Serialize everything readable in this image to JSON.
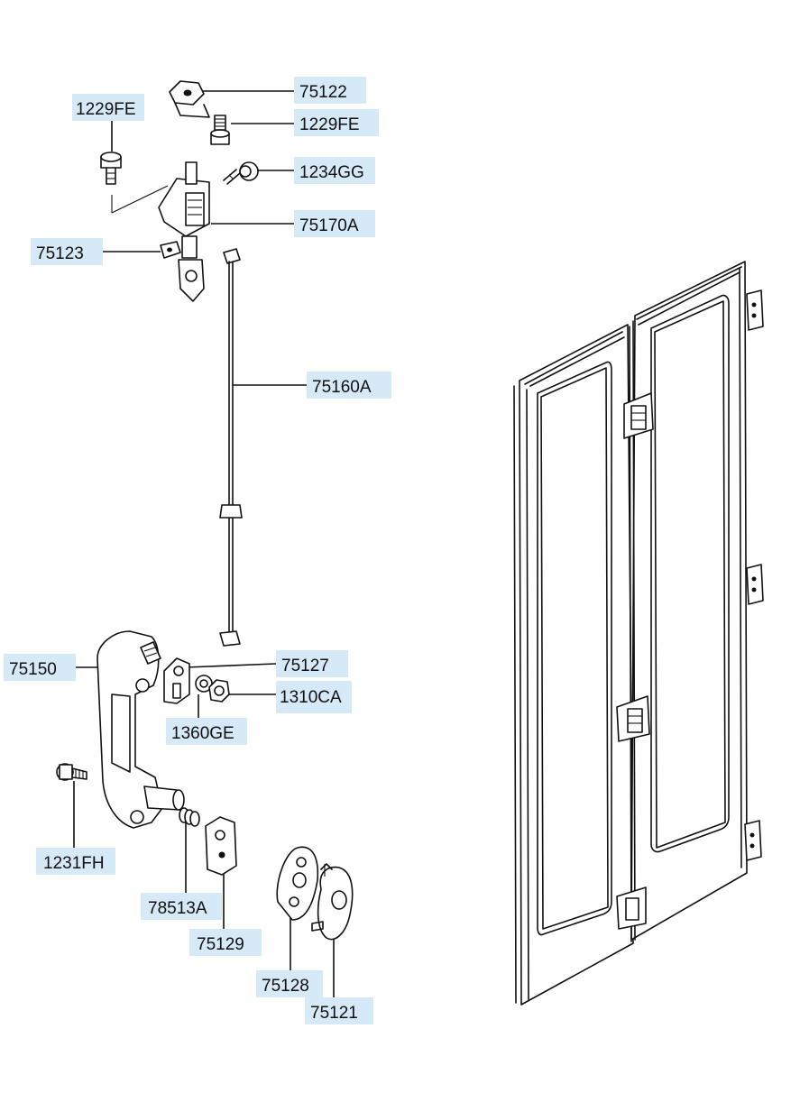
{
  "labels": {
    "l75122": "75122",
    "l1229FE_left": "1229FE",
    "l1229FE_right": "1229FE",
    "l1234GG": "1234GG",
    "l75170A": "75170A",
    "l75123": "75123",
    "l75160A": "75160A",
    "l75150": "75150",
    "l75127": "75127",
    "l1310CA": "1310CA",
    "l1360GE": "1360GE",
    "l1231FH": "1231FH",
    "l78513A": "78513A",
    "l75129": "75129",
    "l75128": "75128",
    "l75121": "75121"
  },
  "colors": {
    "label_background": "#d6e9f7",
    "line": "#111111"
  }
}
